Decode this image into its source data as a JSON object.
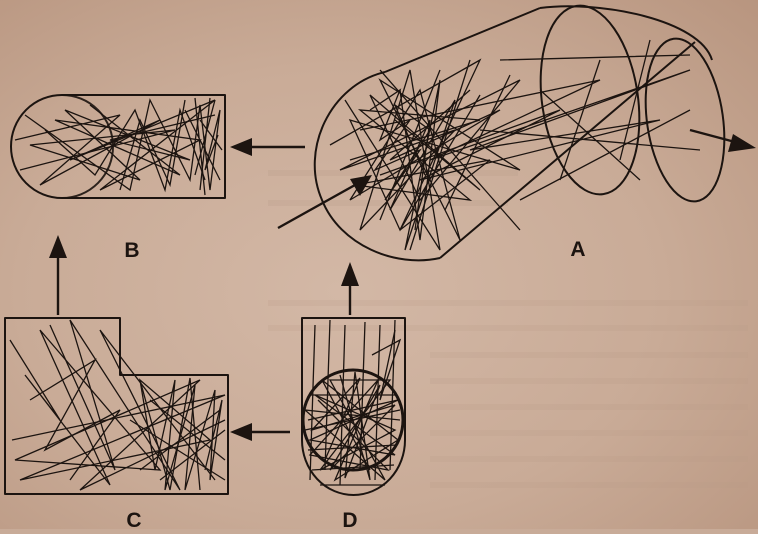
{
  "labels": {
    "a": "A",
    "b": "B",
    "c": "C",
    "d": "D"
  },
  "colors": {
    "ink": "#1c1410",
    "paper": "#c8ab98"
  }
}
